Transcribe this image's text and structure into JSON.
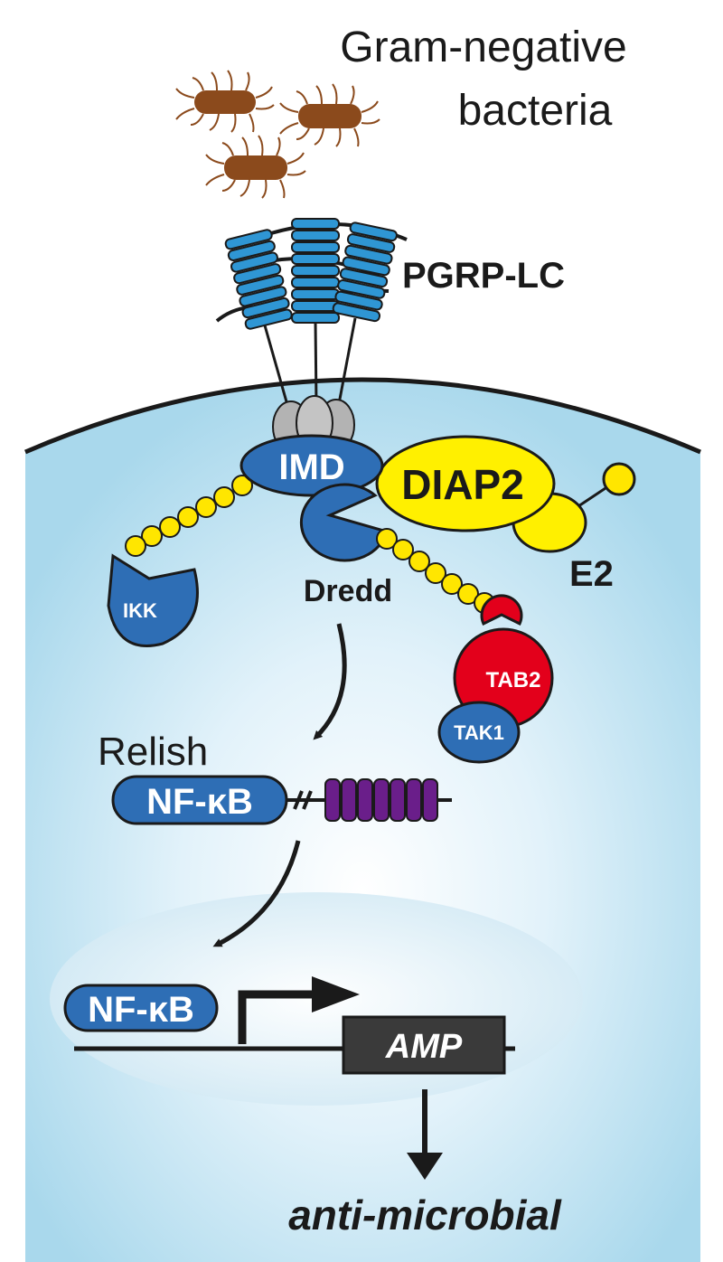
{
  "labels": {
    "bacteria_line1": "Gram-negative",
    "bacteria_line2": "bacteria",
    "receptor": "PGRP-LC",
    "imd": "IMD",
    "diap2": "DIAP2",
    "e2": "E2",
    "ikk": "IKK",
    "dredd": "Dredd",
    "tab2": "TAB2",
    "tak1": "TAK1",
    "relish": "Relish",
    "nfkb_cytoplasm": "NF-κB",
    "nfkb_nucleus": "NF-κB",
    "amp": "AMP",
    "output": "anti-microbial"
  },
  "colors": {
    "cell_fill": "#a9d8ec",
    "nucleus_fill": "#e6f3f9",
    "protein_blue": "#2e6eb5",
    "receptor_blue": "#2f96d4",
    "diap2_yellow": "#fff000",
    "ubiquitin_yellow": "#ffe600",
    "tab2_red": "#e3001b",
    "relish_purple": "#6a1e8a",
    "bacteria_brown": "#8b4a1c",
    "tm_gray": "#b3b3b3",
    "amp_box": "#3a3a3a"
  }
}
